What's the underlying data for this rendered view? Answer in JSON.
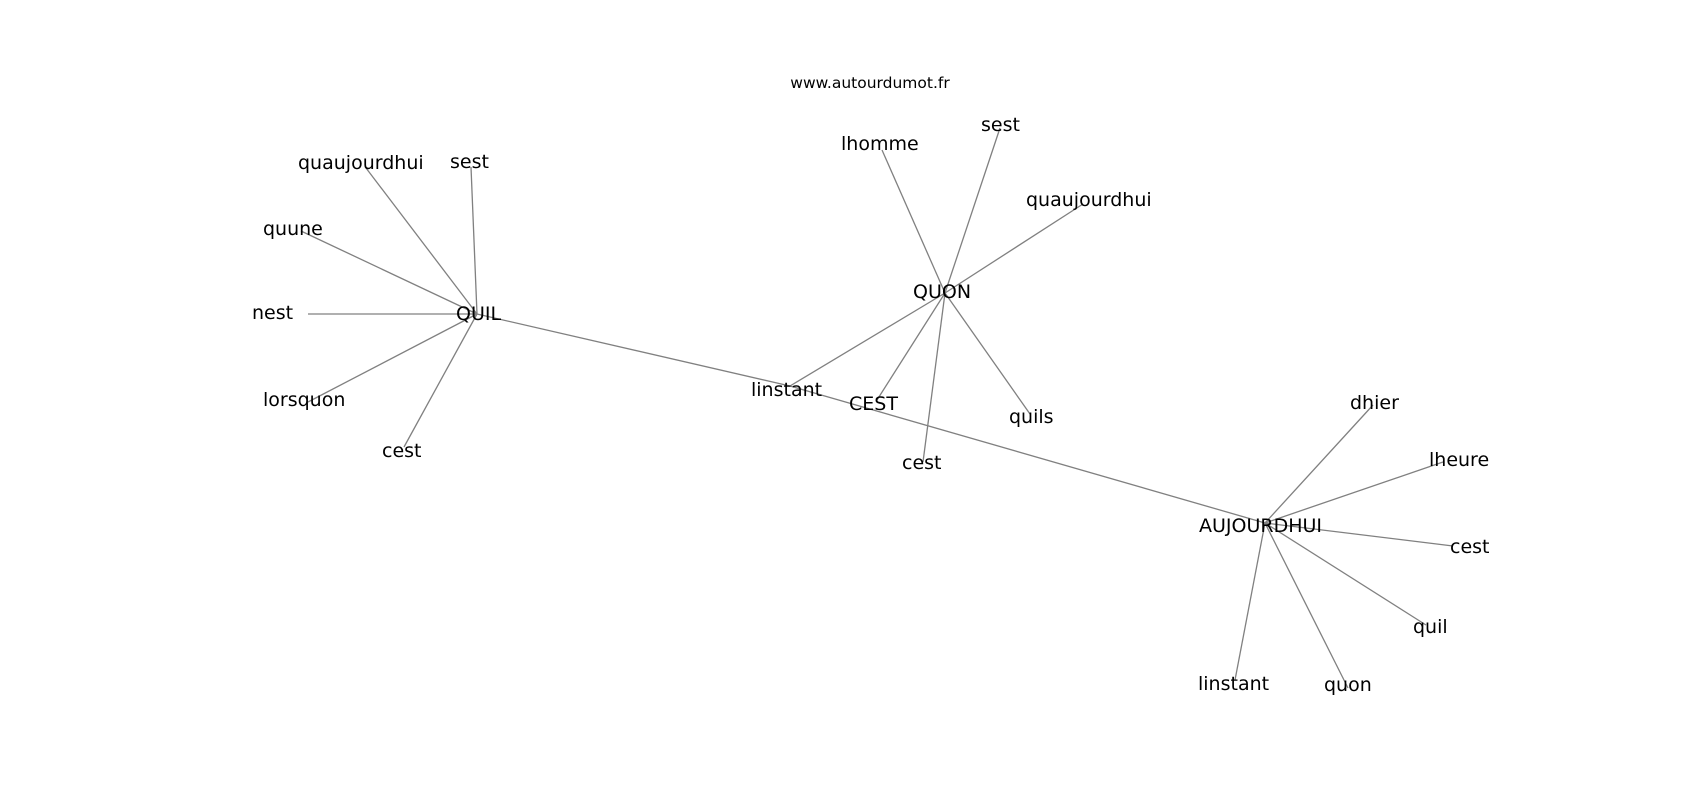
{
  "watermark": "www.autourdumot.fr",
  "colors": {
    "edge": "#808080",
    "text": "#000000",
    "background": "#ffffff"
  },
  "graph": {
    "nodes": [
      {
        "id": "quil_hub",
        "label": "QUIL"
      },
      {
        "id": "quil_quaujourdhui",
        "label": "quaujourdhui"
      },
      {
        "id": "quil_sest",
        "label": "sest"
      },
      {
        "id": "quil_quune",
        "label": "quune"
      },
      {
        "id": "quil_nest",
        "label": "nest"
      },
      {
        "id": "quil_lorsquon",
        "label": "lorsquon"
      },
      {
        "id": "quil_cest",
        "label": "cest"
      },
      {
        "id": "linstant",
        "label": "linstant"
      },
      {
        "id": "quon_hub",
        "label": "QUON"
      },
      {
        "id": "quon_lhomme",
        "label": "lhomme"
      },
      {
        "id": "quon_sest",
        "label": "sest"
      },
      {
        "id": "quon_quaujourdhui",
        "label": "quaujourdhui"
      },
      {
        "id": "quon_quils",
        "label": "quils"
      },
      {
        "id": "quon_cest",
        "label": "cest"
      },
      {
        "id": "cest_hub",
        "label": "CEST"
      },
      {
        "id": "auj_hub",
        "label": "AUJOURDHUI"
      },
      {
        "id": "auj_dhier",
        "label": "dhier"
      },
      {
        "id": "auj_lheure",
        "label": "lheure"
      },
      {
        "id": "auj_cest",
        "label": "cest"
      },
      {
        "id": "auj_quil",
        "label": "quil"
      },
      {
        "id": "auj_quon",
        "label": "quon"
      },
      {
        "id": "auj_linstant",
        "label": "linstant"
      }
    ],
    "edges": [
      [
        "quil_hub",
        "quil_quaujourdhui"
      ],
      [
        "quil_hub",
        "quil_sest"
      ],
      [
        "quil_hub",
        "quil_quune"
      ],
      [
        "quil_hub",
        "quil_nest"
      ],
      [
        "quil_hub",
        "quil_lorsquon"
      ],
      [
        "quil_hub",
        "quil_cest"
      ],
      [
        "quil_hub",
        "linstant"
      ],
      [
        "linstant",
        "quon_hub"
      ],
      [
        "linstant",
        "auj_hub"
      ],
      [
        "quon_hub",
        "quon_lhomme"
      ],
      [
        "quon_hub",
        "quon_sest"
      ],
      [
        "quon_hub",
        "quon_quaujourdhui"
      ],
      [
        "quon_hub",
        "quon_quils"
      ],
      [
        "quon_hub",
        "quon_cest"
      ],
      [
        "quon_hub",
        "cest_hub"
      ],
      [
        "auj_hub",
        "auj_dhier"
      ],
      [
        "auj_hub",
        "auj_lheure"
      ],
      [
        "auj_hub",
        "auj_cest"
      ],
      [
        "auj_hub",
        "auj_quil"
      ],
      [
        "auj_hub",
        "auj_quon"
      ],
      [
        "auj_hub",
        "auj_linstant"
      ]
    ]
  }
}
